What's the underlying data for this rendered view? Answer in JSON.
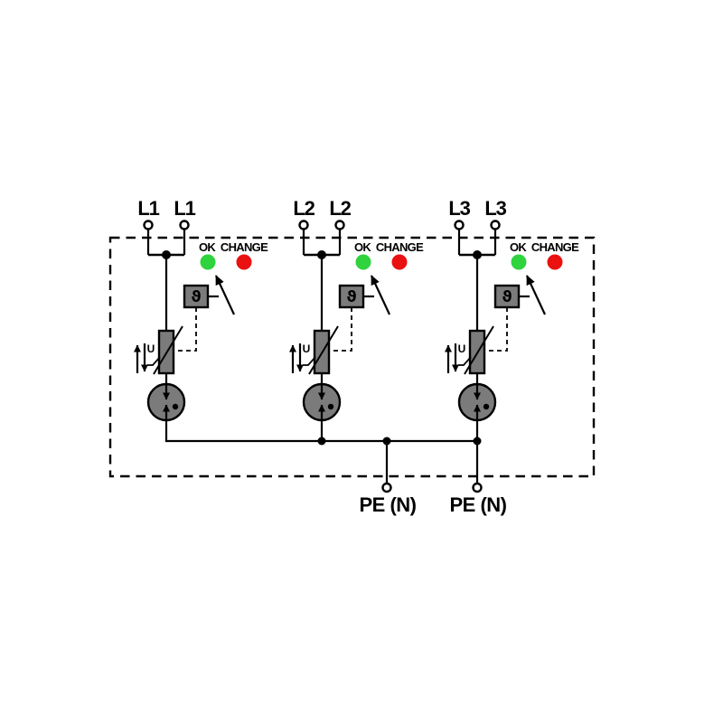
{
  "diagram": {
    "phases": [
      {
        "name": "L1",
        "terminals": [
          "L1",
          "L1"
        ],
        "ok_label": "OK",
        "change_label": "CHANGE",
        "thermal_symbol": "ϑ",
        "voltage_symbol": "U"
      },
      {
        "name": "L2",
        "terminals": [
          "L2",
          "L2"
        ],
        "ok_label": "OK",
        "change_label": "CHANGE",
        "thermal_symbol": "ϑ",
        "voltage_symbol": "U"
      },
      {
        "name": "L3",
        "terminals": [
          "L3",
          "L3"
        ],
        "ok_label": "OK",
        "change_label": "CHANGE",
        "thermal_symbol": "ϑ",
        "voltage_symbol": "U"
      }
    ],
    "pe_terminals": [
      {
        "label": "PE (N)"
      },
      {
        "label": "PE (N)"
      }
    ],
    "colors": {
      "ok_led": "#2ED33E",
      "change_led": "#EA1111",
      "component_fill": "#7B7B7B",
      "line": "#000000",
      "background": "#FFFFFF"
    }
  }
}
